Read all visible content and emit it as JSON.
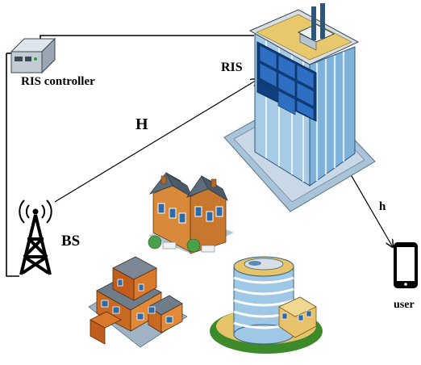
{
  "labels": {
    "ris_controller": "RIS controller",
    "ris": "RIS",
    "channel_bs_ris": "H",
    "channel_ris_user": "h",
    "bs": "BS",
    "user": "user"
  },
  "colors": {
    "glass_panel": "#1f5fb0",
    "building_glass": "#6aa6d6",
    "house_brick": "#c8782e",
    "roof": "#5a6b7a",
    "ground": "#8fb0c8",
    "grass": "#3c8a2a"
  },
  "icons": [
    "router-icon",
    "antenna-tower-icon",
    "skyscraper-icon",
    "smartphone-icon",
    "townhouse-icon",
    "office-building-icon",
    "round-tower-icon"
  ]
}
